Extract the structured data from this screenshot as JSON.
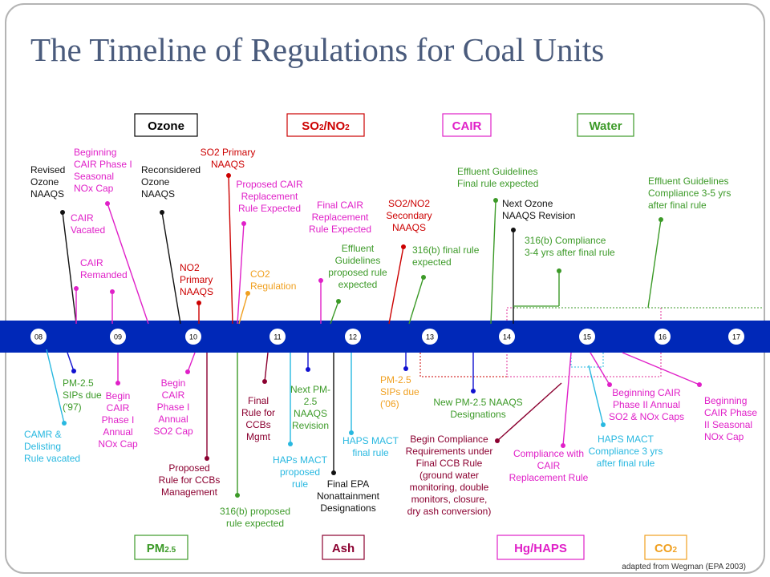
{
  "title": "The Timeline of Regulations for Coal Units",
  "credit": "adapted from  Wegman  (EPA 2003)",
  "colors": {
    "bar": "#0028b8",
    "black": "#111111",
    "magenta": "#e020c8",
    "red": "#cc0000",
    "orange": "#f0a020",
    "green": "#3c9a28",
    "cyan": "#28b8e0",
    "darkred": "#8b0030",
    "blue": "#1010d0",
    "pink": "#e0309a"
  },
  "timeline": {
    "years": [
      "08",
      "09",
      "10",
      "11",
      "12",
      "13",
      "14",
      "15",
      "16",
      "17"
    ]
  },
  "categories": {
    "ozone": "Ozone",
    "so2no2_main": "SO",
    "so2no2_sub1": "2",
    "so2no2_mid": "/NO",
    "so2no2_sub2": "2",
    "cair": "CAIR",
    "water": "Water",
    "pm_main": "PM",
    "pm_sub": "2.5",
    "ash": "Ash",
    "hghaps": "Hg/HAPS",
    "co2_main": "CO",
    "co2_sub": "2"
  },
  "top_labels": {
    "revised_ozone": [
      "Revised",
      "Ozone",
      "NAAQS"
    ],
    "beginning_cair_phase1_seasonal": [
      "Beginning",
      "CAIR Phase I",
      "Seasonal",
      "NOx Cap"
    ],
    "cair_vacated": [
      "CAIR",
      "Vacated"
    ],
    "cair_remanded": [
      "CAIR",
      "Remanded"
    ],
    "reconsidered_ozone": [
      "Reconsidered",
      "Ozone",
      "NAAQS"
    ],
    "so2_primary": [
      "SO2 Primary",
      "NAAQS"
    ],
    "no2_primary": [
      "NO2",
      "Primary",
      "NAAQS"
    ],
    "proposed_cair_replacement": [
      "Proposed CAIR",
      "Replacement",
      "Rule Expected"
    ],
    "co2_regulation": [
      "CO2",
      "Regulation"
    ],
    "final_cair_replacement": [
      "Final CAIR",
      "Replacement",
      "Rule Expected"
    ],
    "effluent_proposed": [
      "Effluent",
      "Guidelines",
      "proposed rule",
      "expected"
    ],
    "so2no2_secondary": [
      "SO2/NO2",
      "Secondary",
      "NAAQS"
    ],
    "f316b_final": [
      "316(b) final rule",
      "expected"
    ],
    "effluent_final": [
      "Effluent Guidelines",
      "Final rule expected"
    ],
    "next_ozone": [
      "Next Ozone",
      "NAAQS Revision"
    ],
    "f316b_compliance": [
      "316(b) Compliance",
      "3-4 yrs after final rule"
    ],
    "effluent_compliance": [
      "Effluent Guidelines",
      "Compliance 3-5 yrs",
      "after final rule"
    ]
  },
  "bottom_labels": {
    "camr_delisting": [
      "CAMR &",
      "Delisting",
      "Rule vacated"
    ],
    "pm25_sips_97": [
      "PM-2.5",
      "SIPs due",
      "('97)"
    ],
    "begin_cair_phase1_annual_nox": [
      "Begin",
      "CAIR",
      "Phase I",
      "Annual",
      "NOx Cap"
    ],
    "begin_cair_phase1_annual_so2": [
      "Begin",
      "CAIR",
      "Phase I",
      "Annual",
      "SO2 Cap"
    ],
    "proposed_ccb_rule": [
      "Proposed",
      "Rule for CCBs",
      "Management"
    ],
    "f316b_proposed": [
      "316(b) proposed",
      "rule expected"
    ],
    "final_rule_ccbs": [
      "Final",
      "Rule for",
      "CCBs",
      "Mgmt"
    ],
    "next_pm25_revision": [
      "Next PM-",
      "2.5",
      "NAAQS",
      "Revision"
    ],
    "haps_mact_proposed": [
      "HAPs MACT",
      "proposed",
      "rule"
    ],
    "final_epa_nonattainment": [
      "Final EPA",
      "Nonattainment",
      "Designations"
    ],
    "haps_mact_final": [
      "HAPS MACT",
      "final rule"
    ],
    "pm25_sips_06": [
      "PM-2.5",
      "SIPs due",
      "('06)"
    ],
    "new_pm25_designations": [
      "New PM-2.5 NAAQS",
      "Designations"
    ],
    "begin_compliance_ccb": [
      "Begin Compliance",
      "Requirements under",
      "Final CCB Rule",
      "(ground water",
      "monitoring, double",
      "monitors, closure,",
      "dry ash conversion)"
    ],
    "compliance_cair_replacement": [
      "Compliance with",
      "CAIR",
      "Replacement Rule"
    ],
    "beginning_cair_phase2_annual": [
      "Beginning CAIR",
      "Phase II  Annual",
      "SO2 & NOx Caps"
    ],
    "haps_mact_compliance": [
      "HAPS MACT",
      "Compliance 3 yrs",
      "after final rule"
    ],
    "beginning_cair_phase2_seasonal": [
      "Beginning",
      "CAIR Phase",
      "II Seasonal",
      "NOx Cap"
    ]
  }
}
